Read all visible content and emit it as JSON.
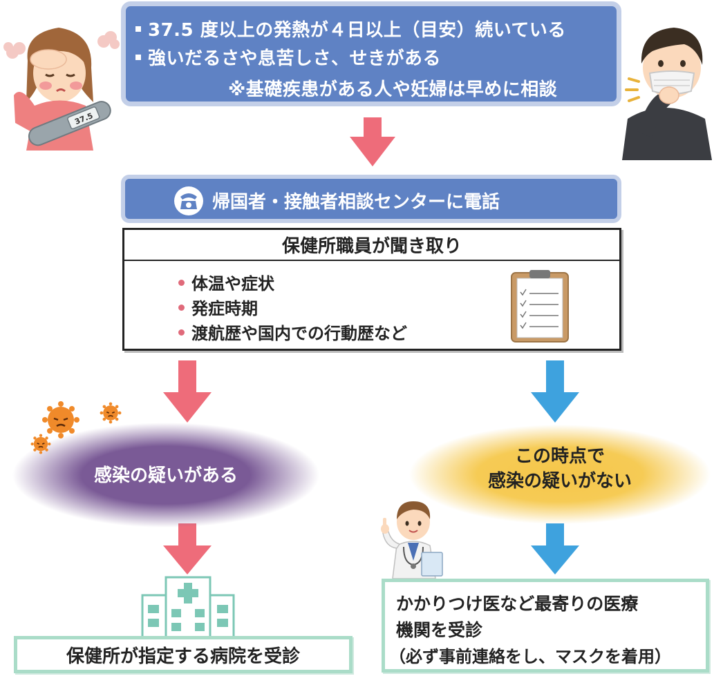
{
  "colors": {
    "box_blue": "#5f82c4",
    "box_border": "#c3cfe8",
    "arrow_red": "#ee6c7a",
    "arrow_blue": "#3ea2de",
    "bullet_pink": "#e06a7a",
    "result_border": "#aadcc8",
    "suspected_purple": "#7a5a96",
    "not_suspected_yellow": "#f5c64a"
  },
  "symptoms": {
    "line1": "37.5 度以上の発熱が４日以上（目安）続いている",
    "line2": "強いだるさや息苦しさ、せきがある",
    "note": "※基礎疾患がある人や妊婦は早めに相談"
  },
  "call": {
    "icon": "phone-icon",
    "label": "帰国者・接触者相談センターに電話"
  },
  "interview": {
    "title": "保健所職員が聞き取り",
    "items": [
      "体温や症状",
      "発症時期",
      "渡航歴や国内での行動歴など"
    ],
    "icon": "clipboard-icon"
  },
  "suspected": {
    "label": "感染の疑いがある",
    "result": "保健所が指定する病院を受診"
  },
  "not_suspected": {
    "line1": "この時点で",
    "line2": "感染の疑いがない",
    "result_line1": "かかりつけ医など最寄りの医療",
    "result_line2": "機関を受診",
    "result_line3": "（必ず事前連絡をし、マスクを着用）"
  }
}
